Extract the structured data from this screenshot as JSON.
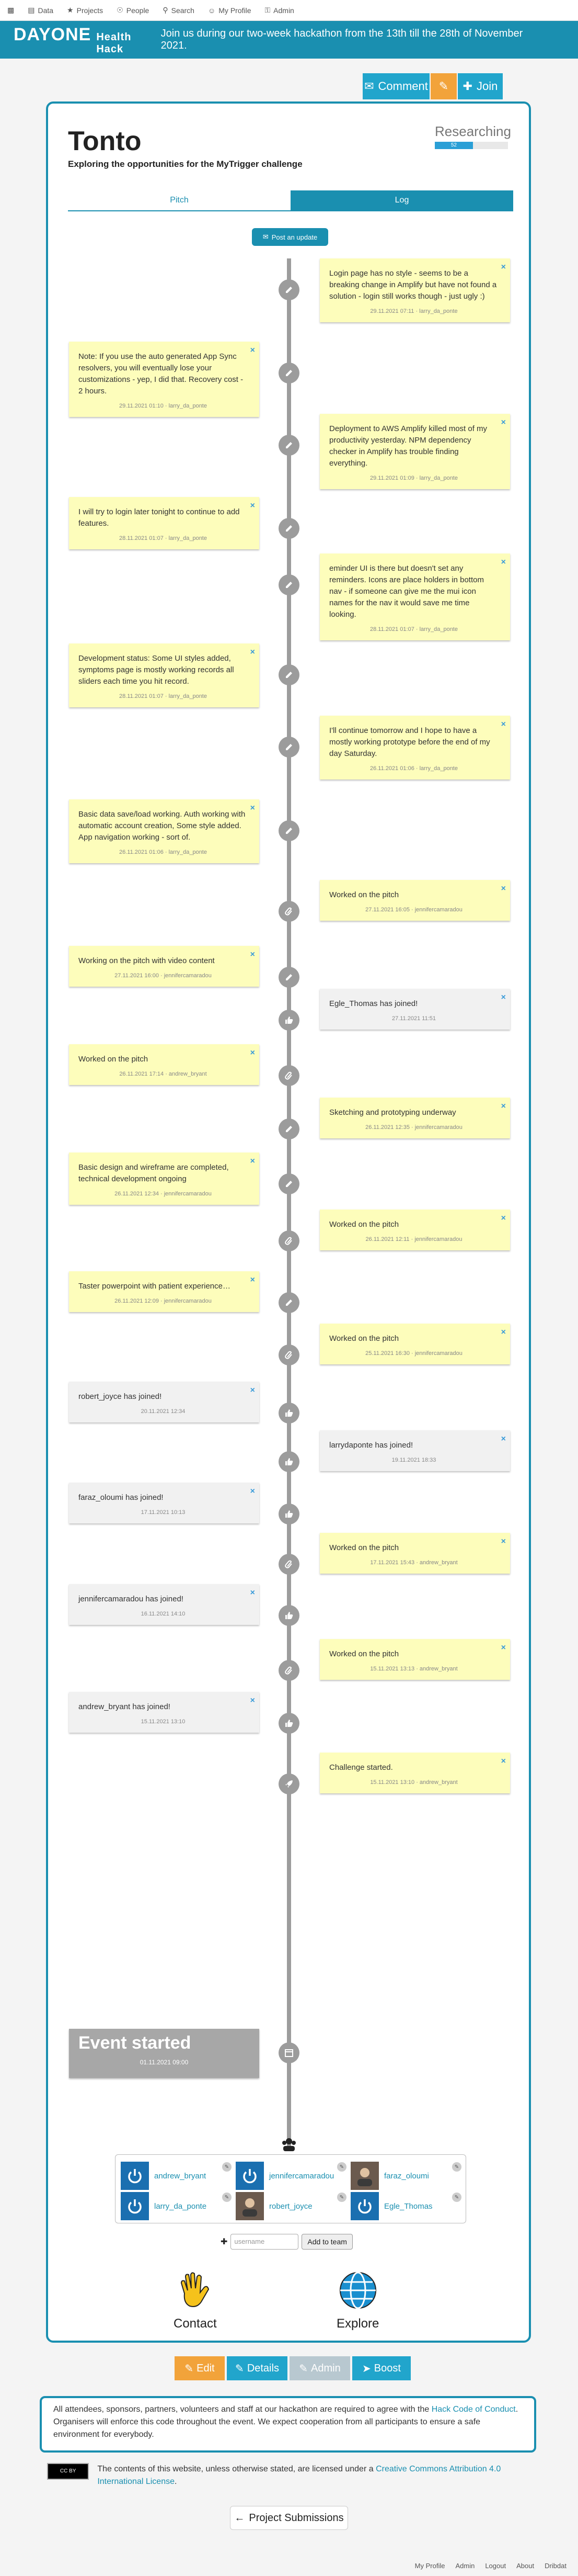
{
  "nav": [
    {
      "icon": "users-icon",
      "label": ""
    },
    {
      "icon": "data-icon",
      "label": "Data"
    },
    {
      "icon": "star-icon",
      "label": "Projects"
    },
    {
      "icon": "person-icon",
      "label": "People"
    },
    {
      "icon": "search-icon",
      "label": "Search"
    },
    {
      "icon": "user-icon",
      "label": "My Profile"
    },
    {
      "icon": "key-icon",
      "label": "Admin"
    }
  ],
  "banner": {
    "logo_main": "DAYONE",
    "logo_sub": "Health Hack",
    "message": "Join us during our two-week hackathon from the 13th till the 28th of November 2021."
  },
  "actions": {
    "comment": "Comment",
    "join": "Join"
  },
  "project": {
    "title": "Tonto",
    "subtitle": "Exploring the opportunities for the MyTrigger challenge",
    "status": "Researching",
    "progress_label": "52",
    "progress": 0.52
  },
  "tabs": {
    "pitch": "Pitch",
    "log": "Log"
  },
  "post_update": "Post an update",
  "entries": [
    {
      "text": "Login page has no style - seems to be a breaking change in Amplify but have not found a solution - login still works though - just ugly :)",
      "meta": "29.11.2021 07:11 · larry_da_ponte",
      "icon": "pencil"
    },
    {
      "text": "Note: If you use the auto generated App Sync resolvers, you will eventually lose your customizations - yep, I did that. Recovery cost - 2 hours.",
      "meta": "29.11.2021 01:10 · larry_da_ponte",
      "icon": "pencil"
    },
    {
      "text": "Deployment to AWS Amplify killed most of my productivity yesterday. NPM dependency checker in Amplify has trouble finding everything.",
      "meta": "29.11.2021 01:09 · larry_da_ponte",
      "icon": "pencil"
    },
    {
      "text": "I will try to login later tonight to continue to add features.",
      "meta": "28.11.2021 01:07 · larry_da_ponte",
      "icon": "pencil"
    },
    {
      "text": "eminder UI is there but doesn't set any reminders. Icons are place holders in bottom nav - if someone can give me the mui icon names for the nav it would save me time looking.",
      "meta": "28.11.2021 01:07 · larry_da_ponte",
      "icon": "pencil"
    },
    {
      "text": "Development status: Some UI styles added, symptoms page is mostly working records all sliders each time you hit record.",
      "meta": "28.11.2021 01:07 · larry_da_ponte",
      "icon": "pencil"
    },
    {
      "text": "I'll continue tomorrow and I hope to have a mostly working prototype before the end of my day Saturday.",
      "meta": "26.11.2021 01:06 · larry_da_ponte",
      "icon": "pencil"
    },
    {
      "text": "Basic data save/load working. Auth working with automatic account creation, Some style added. App navigation working - sort of.",
      "meta": "26.11.2021 01:06 · larry_da_ponte",
      "icon": "pencil"
    },
    {
      "text": "Worked on the pitch",
      "meta": "27.11.2021 16:05 · jennifercamaradou",
      "icon": "paperclip"
    },
    {
      "text": "Working on the pitch with video content",
      "meta": "27.11.2021 16:00 · jennifercamaradou",
      "icon": "pencil"
    },
    {
      "text": "Egle_Thomas has joined!",
      "meta": "27.11.2021 11:51",
      "icon": "thumbsup"
    },
    {
      "text": "Worked on the pitch",
      "meta": "26.11.2021 17:14 · andrew_bryant",
      "icon": "paperclip"
    },
    {
      "text": "Sketching and prototyping underway",
      "meta": "26.11.2021 12:35 · jennifercamaradou",
      "icon": "pencil"
    },
    {
      "text": "Basic design and wireframe are completed, technical development ongoing",
      "meta": "26.11.2021 12:34 · jennifercamaradou",
      "icon": "pencil"
    },
    {
      "text": "Worked on the pitch",
      "meta": "26.11.2021 12:11 · jennifercamaradou",
      "icon": "paperclip"
    },
    {
      "text": "Taster powerpoint with patient experience…",
      "meta": "26.11.2021 12:09 · jennifercamaradou",
      "icon": "pencil"
    },
    {
      "text": "Worked on the pitch",
      "meta": "25.11.2021 16:30 · jennifercamaradou",
      "icon": "paperclip"
    },
    {
      "text": "robert_joyce has joined!",
      "meta": "20.11.2021 12:34",
      "icon": "thumbsup"
    },
    {
      "text": "larrydaponte has joined!",
      "meta": "19.11.2021 18:33",
      "icon": "thumbsup"
    },
    {
      "text": "faraz_oloumi has joined!",
      "meta": "17.11.2021 10:13",
      "icon": "thumbsup"
    },
    {
      "text": "Worked on the pitch",
      "meta": "17.11.2021 15:43 · andrew_bryant",
      "icon": "paperclip"
    },
    {
      "text": "jennifercamaradou has joined!",
      "meta": "16.11.2021 14:10",
      "icon": "thumbsup"
    },
    {
      "text": "Worked on the pitch",
      "meta": "15.11.2021 13:13 · andrew_bryant",
      "icon": "paperclip"
    },
    {
      "text": "andrew_bryant has joined!",
      "meta": "15.11.2021 13:10",
      "icon": "thumbsup"
    },
    {
      "text": "Challenge started.",
      "meta": "15.11.2021 13:10 · andrew_bryant",
      "icon": "rocket"
    }
  ],
  "event": {
    "title": "Event started",
    "date": "01.11.2021 09:00"
  },
  "members": [
    {
      "name": "andrew_bryant",
      "avatar": "power"
    },
    {
      "name": "jennifercamaradou",
      "avatar": "power"
    },
    {
      "name": "faraz_oloumi",
      "avatar": "photo"
    },
    {
      "name": "larry_da_ponte",
      "avatar": "power"
    },
    {
      "name": "robert_joyce",
      "avatar": "photo"
    },
    {
      "name": "Egle_Thomas",
      "avatar": "power"
    }
  ],
  "add_member": {
    "placeholder": "username",
    "button": "Add to team"
  },
  "contact_label": "Contact",
  "explore_label": "Explore",
  "admin_actions": [
    "Edit",
    "Details",
    "Admin",
    "Boost"
  ],
  "notice": {
    "text1": "All attendees, sponsors, partners, volunteers and staff at our hackathon are required to agree with the ",
    "link": "Hack Code of Conduct",
    "text2": ". Organisers will enforce this code throughout the event. We expect cooperation from all participants to ensure a safe environment for everybody."
  },
  "license": {
    "badge": "CC BY",
    "text1": "The contents of this website, unless otherwise stated, are licensed under a ",
    "link": "Creative Commons Attribution 4.0 International License",
    "text2": "."
  },
  "project_submissions": "Project Submissions",
  "footer": [
    "My Profile",
    "Admin",
    "Logout",
    "About",
    "Dribdat"
  ],
  "colors": {
    "brand": "#1a8fb0",
    "accent": "#f2a33a",
    "note": "#fdfdbb",
    "join": "#f1f1f1"
  }
}
